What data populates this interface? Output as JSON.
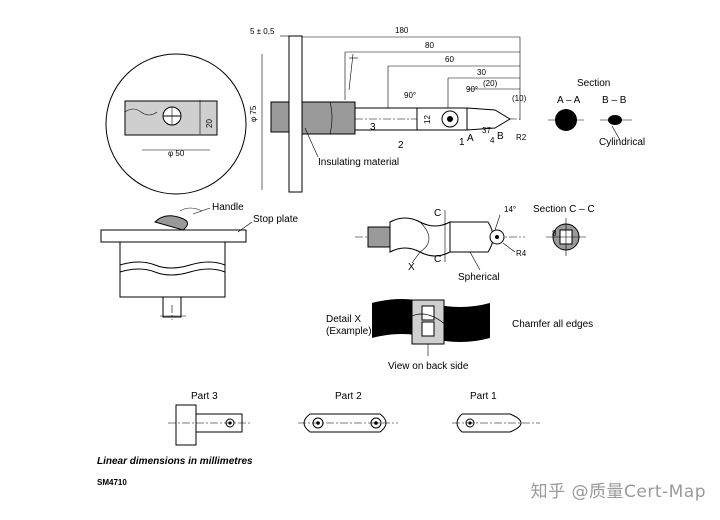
{
  "dimensions": {
    "d_5": "5 ± 0,5",
    "d_180": "180",
    "d_80": "80",
    "d_60": "60",
    "d_30": "30",
    "d_20": "(20)",
    "d_10": "(10)",
    "d_angle90a": "90°",
    "d_angle90b": "90°",
    "d_75": "φ 75",
    "d_50": "φ 50",
    "d_20v": "20",
    "d_12": "12",
    "d_37": "37",
    "d_4": "4",
    "d_r2": "R2",
    "d_r4": "R4",
    "d_angle14": "14°",
    "d_8": "8"
  },
  "labels": {
    "section_aa": "Section",
    "aa": "A – A",
    "bb": "B – B",
    "cylindrical": "Cylindrical",
    "insulating": "Insulating material",
    "handle": "Handle",
    "stop_plate": "Stop plate",
    "section_cc": "Section   C – C",
    "spherical": "Spherical",
    "detail_x": "Detail X",
    "example": "(Example)",
    "chamfer": "Chamfer all edges",
    "view_back": "View on back side",
    "part3": "Part 3",
    "part2": "Part 2",
    "part1": "Part 1",
    "linear": "Linear dimensions in millimetres",
    "code": "SM4710",
    "marks": {
      "A": "A",
      "B": "B",
      "C": "C",
      "X": "X",
      "n1": "1",
      "n2": "2",
      "n3": "3"
    }
  },
  "watermark": "知乎 @质量Cert-Map"
}
